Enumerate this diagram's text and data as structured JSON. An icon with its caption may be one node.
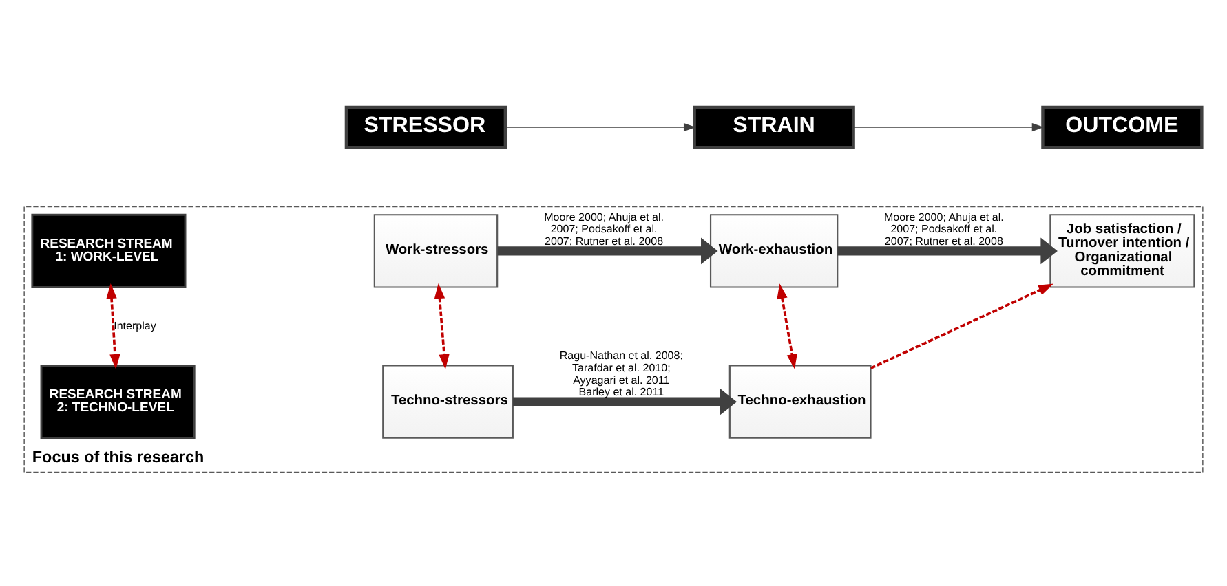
{
  "diagram": {
    "nodes": [
      {
        "text": [
          "STRESSOR"
        ]
      },
      {
        "text": [
          "STRAIN"
        ]
      },
      {
        "text": [
          "OUTCOME"
        ]
      },
      {
        "text": [
          "Focus of this research"
        ]
      },
      {
        "text": [
          "RESEARCH STREAM 1: WORK-LEVEL"
        ],
        "in": 3
      },
      {
        "text": [
          "Work-stressors"
        ],
        "in": 3
      },
      {
        "text": [
          "Work-exhaustion"
        ],
        "in": 3
      },
      {
        "text": [
          "Job satisfaction / Turnover intention / Organizational commitment"
        ],
        "in": 3
      },
      {
        "text": [
          "RESEARCH STREAM 2: TECHNO-LEVEL"
        ],
        "in": 3
      },
      {
        "text": [
          "Techno-stressors"
        ],
        "in": 3
      },
      {
        "text": [
          "Techno-exhaustion"
        ],
        "in": 3
      }
    ],
    "edges": [
      {
        "from": 0,
        "to": 1,
        "arrow": "to"
      },
      {
        "from": 1,
        "to": 2,
        "arrow": "to"
      },
      {
        "from": 5,
        "to": 6,
        "arrow": "to",
        "style": "thick",
        "label": "Moore 2000; Ahuja et al. 2007; Podsakoff et al. 2007; Rutner et al. 2008"
      },
      {
        "from": 6,
        "to": 7,
        "arrow": "to",
        "style": "thick",
        "label": "Moore 2000; Ahuja et al. 2007; Podsakoff et al. 2007; Rutner et al. 2008"
      },
      {
        "from": 4,
        "to": 8,
        "arrow": "both",
        "style": "dashed",
        "color": "#c00000",
        "label": "Interplay"
      },
      {
        "from": 5,
        "to": 9,
        "arrow": "both",
        "style": "dashed",
        "color": "#c00000"
      },
      {
        "from": 6,
        "to": 10,
        "arrow": "both",
        "style": "dashed",
        "color": "#c00000"
      },
      {
        "from": 9,
        "to": 10,
        "arrow": "to",
        "style": "thick",
        "label": "Ragu-Nathan et al. 2008; Tarafdar et al. 2010; Ayyagari et al. 2011 Barley et al. 2011"
      },
      {
        "from": 10,
        "to": 7,
        "arrow": "to",
        "style": "dashed",
        "color": "#c00000"
      }
    ]
  }
}
